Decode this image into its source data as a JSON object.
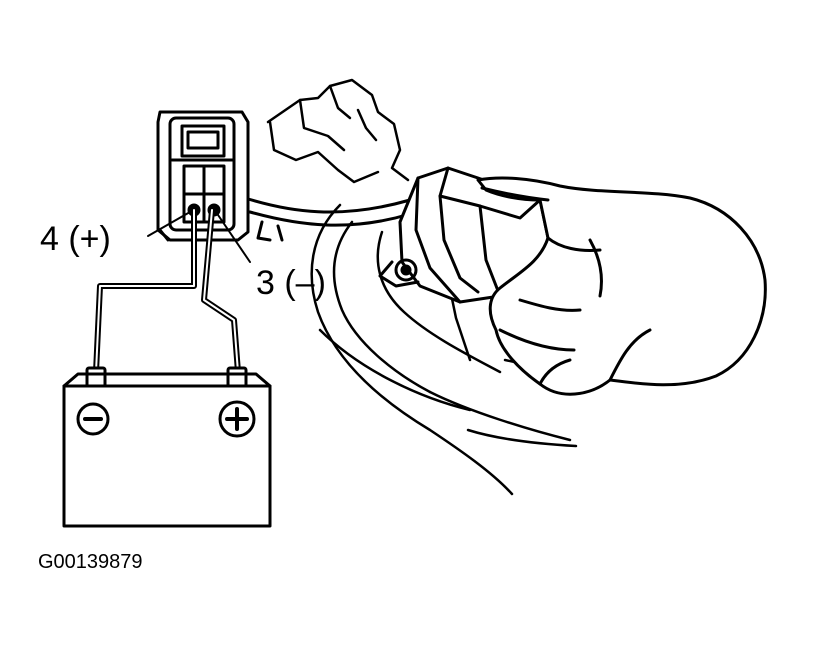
{
  "labels": {
    "pin4": "4 (+)",
    "pin3": "3 (–)"
  },
  "figure_id": "G00139879",
  "icons": {
    "battery": "battery-icon",
    "negative_terminal": "minus-icon",
    "positive_terminal": "plus-icon",
    "connector": "connector-icon",
    "relay": "relay-icon",
    "hand": "hand-icon"
  },
  "colors": {
    "ink": "#000000",
    "background": "#ffffff"
  }
}
